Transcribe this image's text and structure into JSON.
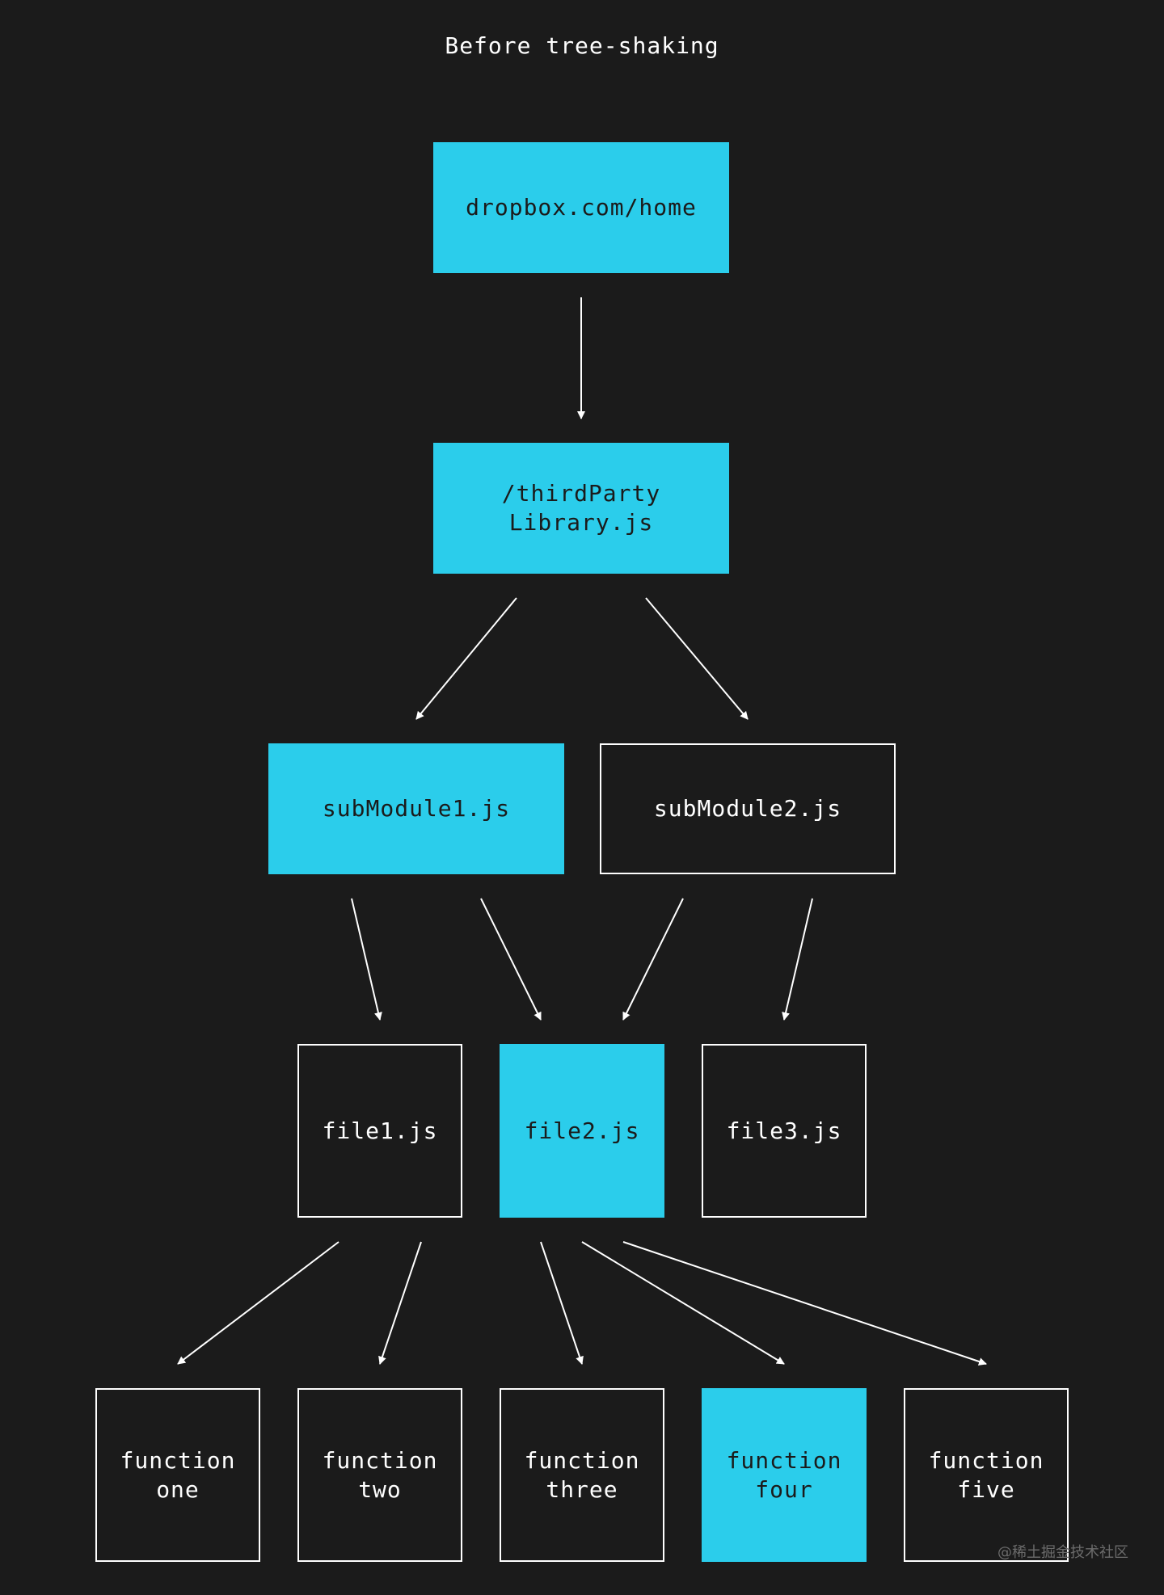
{
  "title": "Before tree-shaking",
  "colors": {
    "background": "#1b1b1b",
    "highlight": "#2bcdeb",
    "outline": "#ffffff",
    "edge": "#ffffff"
  },
  "nodes": {
    "home": {
      "label": "dropbox.com/home",
      "highlighted": true
    },
    "third_party": {
      "label": "/thirdParty\nLibrary.js",
      "highlighted": true
    },
    "submodule1": {
      "label": "subModule1.js",
      "highlighted": true
    },
    "submodule2": {
      "label": "subModule2.js",
      "highlighted": false
    },
    "file1": {
      "label": "file1.js",
      "highlighted": false
    },
    "file2": {
      "label": "file2.js",
      "highlighted": true
    },
    "file3": {
      "label": "file3.js",
      "highlighted": false
    },
    "function_one": {
      "label": "function\none",
      "highlighted": false
    },
    "function_two": {
      "label": "function\ntwo",
      "highlighted": false
    },
    "function_three": {
      "label": "function\nthree",
      "highlighted": false
    },
    "function_four": {
      "label": "function\nfour",
      "highlighted": true
    },
    "function_five": {
      "label": "function\nfive",
      "highlighted": false
    }
  },
  "edges": [
    {
      "from": "home",
      "to": "third_party"
    },
    {
      "from": "third_party",
      "to": "submodule1"
    },
    {
      "from": "third_party",
      "to": "submodule2"
    },
    {
      "from": "submodule1",
      "to": "file1"
    },
    {
      "from": "submodule1",
      "to": "file2"
    },
    {
      "from": "submodule2",
      "to": "file2"
    },
    {
      "from": "submodule2",
      "to": "file3"
    },
    {
      "from": "file1",
      "to": "function_one"
    },
    {
      "from": "file1",
      "to": "function_two"
    },
    {
      "from": "file2",
      "to": "function_three"
    },
    {
      "from": "file2",
      "to": "function_four"
    },
    {
      "from": "file2",
      "to": "function_five"
    }
  ],
  "watermark": "@稀土掘金技术社区"
}
